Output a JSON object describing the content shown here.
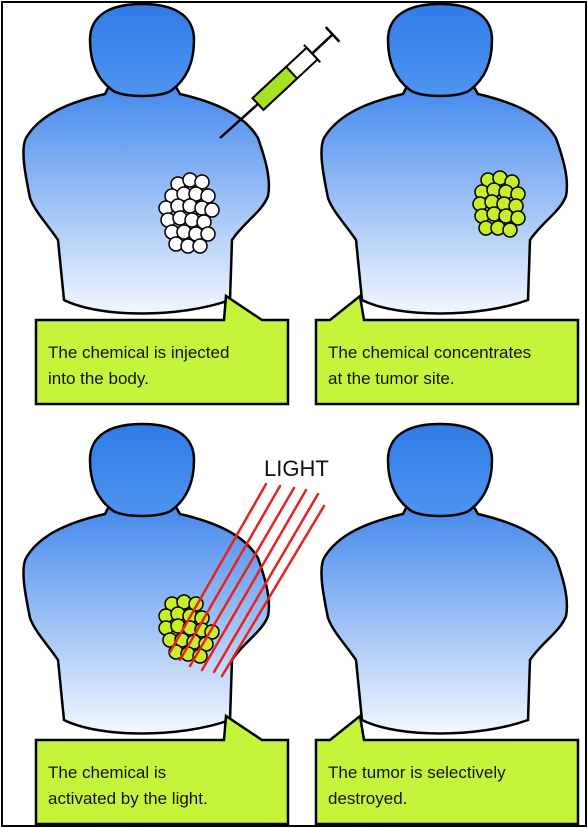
{
  "colors": {
    "body_top": "#3f86ec",
    "body_bottom": "#f2f7ff",
    "head": "#2f7be8",
    "outline": "#000000",
    "caption_fill": "#c5f53b",
    "tumor_white": "#ffffff",
    "tumor_green": "#c8ee2a",
    "light_ray": "#e8231d",
    "syringe_fluid": "#a6e21f"
  },
  "panels": [
    {
      "id": "injected",
      "tumor": "white",
      "caption_lines": [
        "The chemical is injected",
        "into the body."
      ]
    },
    {
      "id": "concentrates",
      "tumor": "green",
      "caption_lines": [
        "The chemical concentrates",
        "at the tumor site."
      ]
    },
    {
      "id": "activated",
      "tumor": "green",
      "caption_lines": [
        "The chemical is",
        "activated by the light."
      ]
    },
    {
      "id": "destroyed",
      "tumor": "none",
      "caption_lines": [
        "The tumor is selectively",
        "destroyed."
      ]
    }
  ],
  "light_label": "LIGHT",
  "icons": {
    "syringe": "syringe-icon",
    "light": "light-rays-icon"
  }
}
